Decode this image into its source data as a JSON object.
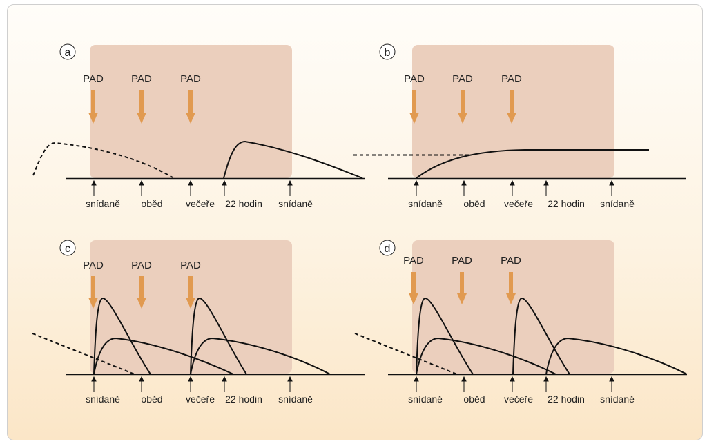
{
  "colors": {
    "shade": "#ebcfbd",
    "arrow": "#e19a50",
    "line": "#111111"
  },
  "panels": [
    {
      "letter": "a",
      "pad_labels": [
        "PAD",
        "PAD",
        "PAD"
      ],
      "axis_labels": [
        "snídaně",
        "oběd",
        "večeře",
        "22 hodin",
        "snídaně"
      ]
    },
    {
      "letter": "b",
      "pad_labels": [
        "PAD",
        "PAD",
        "PAD"
      ],
      "axis_labels": [
        "snídaně",
        "oběd",
        "večeře",
        "22 hodin",
        "snídaně"
      ]
    },
    {
      "letter": "c",
      "pad_labels": [
        "PAD",
        "PAD",
        "PAD"
      ],
      "axis_labels": [
        "snídaně",
        "oběd",
        "večeře",
        "22 hodin",
        "snídaně"
      ]
    },
    {
      "letter": "d",
      "pad_labels": [
        "PAD",
        "PAD",
        "PAD"
      ],
      "axis_labels": [
        "snídaně",
        "oběd",
        "večeře",
        "22 hodin",
        "snídaně"
      ]
    }
  ]
}
